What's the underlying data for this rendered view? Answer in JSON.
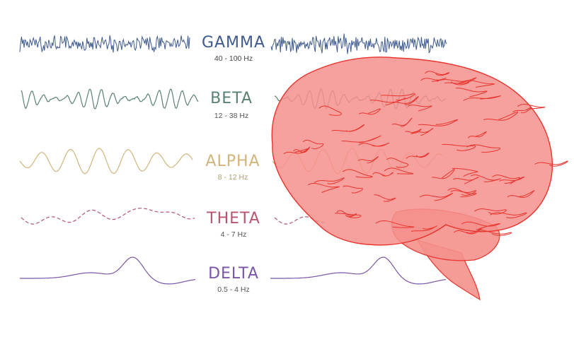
{
  "bands": [
    {
      "id": "gamma",
      "name": "GAMMA",
      "range": "40 - 100 Hz",
      "color": "#3e5a8e",
      "freq_color": "#444444",
      "style": "solid"
    },
    {
      "id": "beta",
      "name": "BETA",
      "range": "12 - 38 Hz",
      "color": "#5a8270",
      "freq_color": "#555555",
      "style": "solid"
    },
    {
      "id": "alpha",
      "name": "ALPHA",
      "range": "8 - 12 Hz",
      "color": "#d2b47c",
      "freq_color": "#b09a70",
      "style": "solid"
    },
    {
      "id": "theta",
      "name": "THETA",
      "range": "4 - 7 Hz",
      "color": "#b9566f",
      "freq_color": "#555555",
      "style": "dashed"
    },
    {
      "id": "delta",
      "name": "DELTA",
      "range": "0.5 - 4 Hz",
      "color": "#7a56a6",
      "freq_color": "#555555",
      "style": "solid"
    }
  ],
  "brain": {
    "color": "#e8352e",
    "fill": "#f4918c"
  }
}
